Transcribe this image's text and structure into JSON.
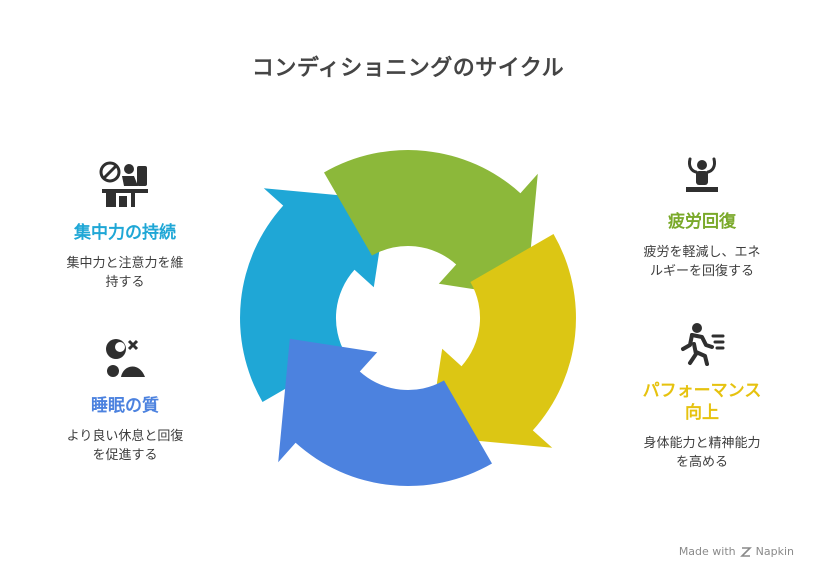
{
  "title": "コンディショニングのサイクル",
  "colors": {
    "focus": "#1fa7d6",
    "fatigue": "#8cb83a",
    "performance": "#dcc614",
    "sleep": "#4c82df",
    "performance_heading": "#e6c20f",
    "fatigue_heading": "#7aa92a"
  },
  "stages": {
    "focus": {
      "icon": "person-at-desk-no-distraction-icon",
      "heading": "集中力の持続",
      "desc_line1": "集中力と注意力を維",
      "desc_line2": "持する"
    },
    "fatigue": {
      "icon": "person-meditating-icon",
      "heading": "疲労回復",
      "desc_line1": "疲労を軽減し、エネ",
      "desc_line2": "ルギーを回復する"
    },
    "performance": {
      "icon": "person-running-icon",
      "heading_line1": "パフォーマンス",
      "heading_line2": "向上",
      "desc_line1": "身体能力と精神能力",
      "desc_line2": "を高める"
    },
    "sleep": {
      "icon": "person-sleeping-icon",
      "heading": "睡眠の質",
      "desc_line1": "より良い休息と回復",
      "desc_line2": "を促進する"
    }
  },
  "footer": {
    "made_with": "Made with",
    "brand": "Napkin"
  }
}
